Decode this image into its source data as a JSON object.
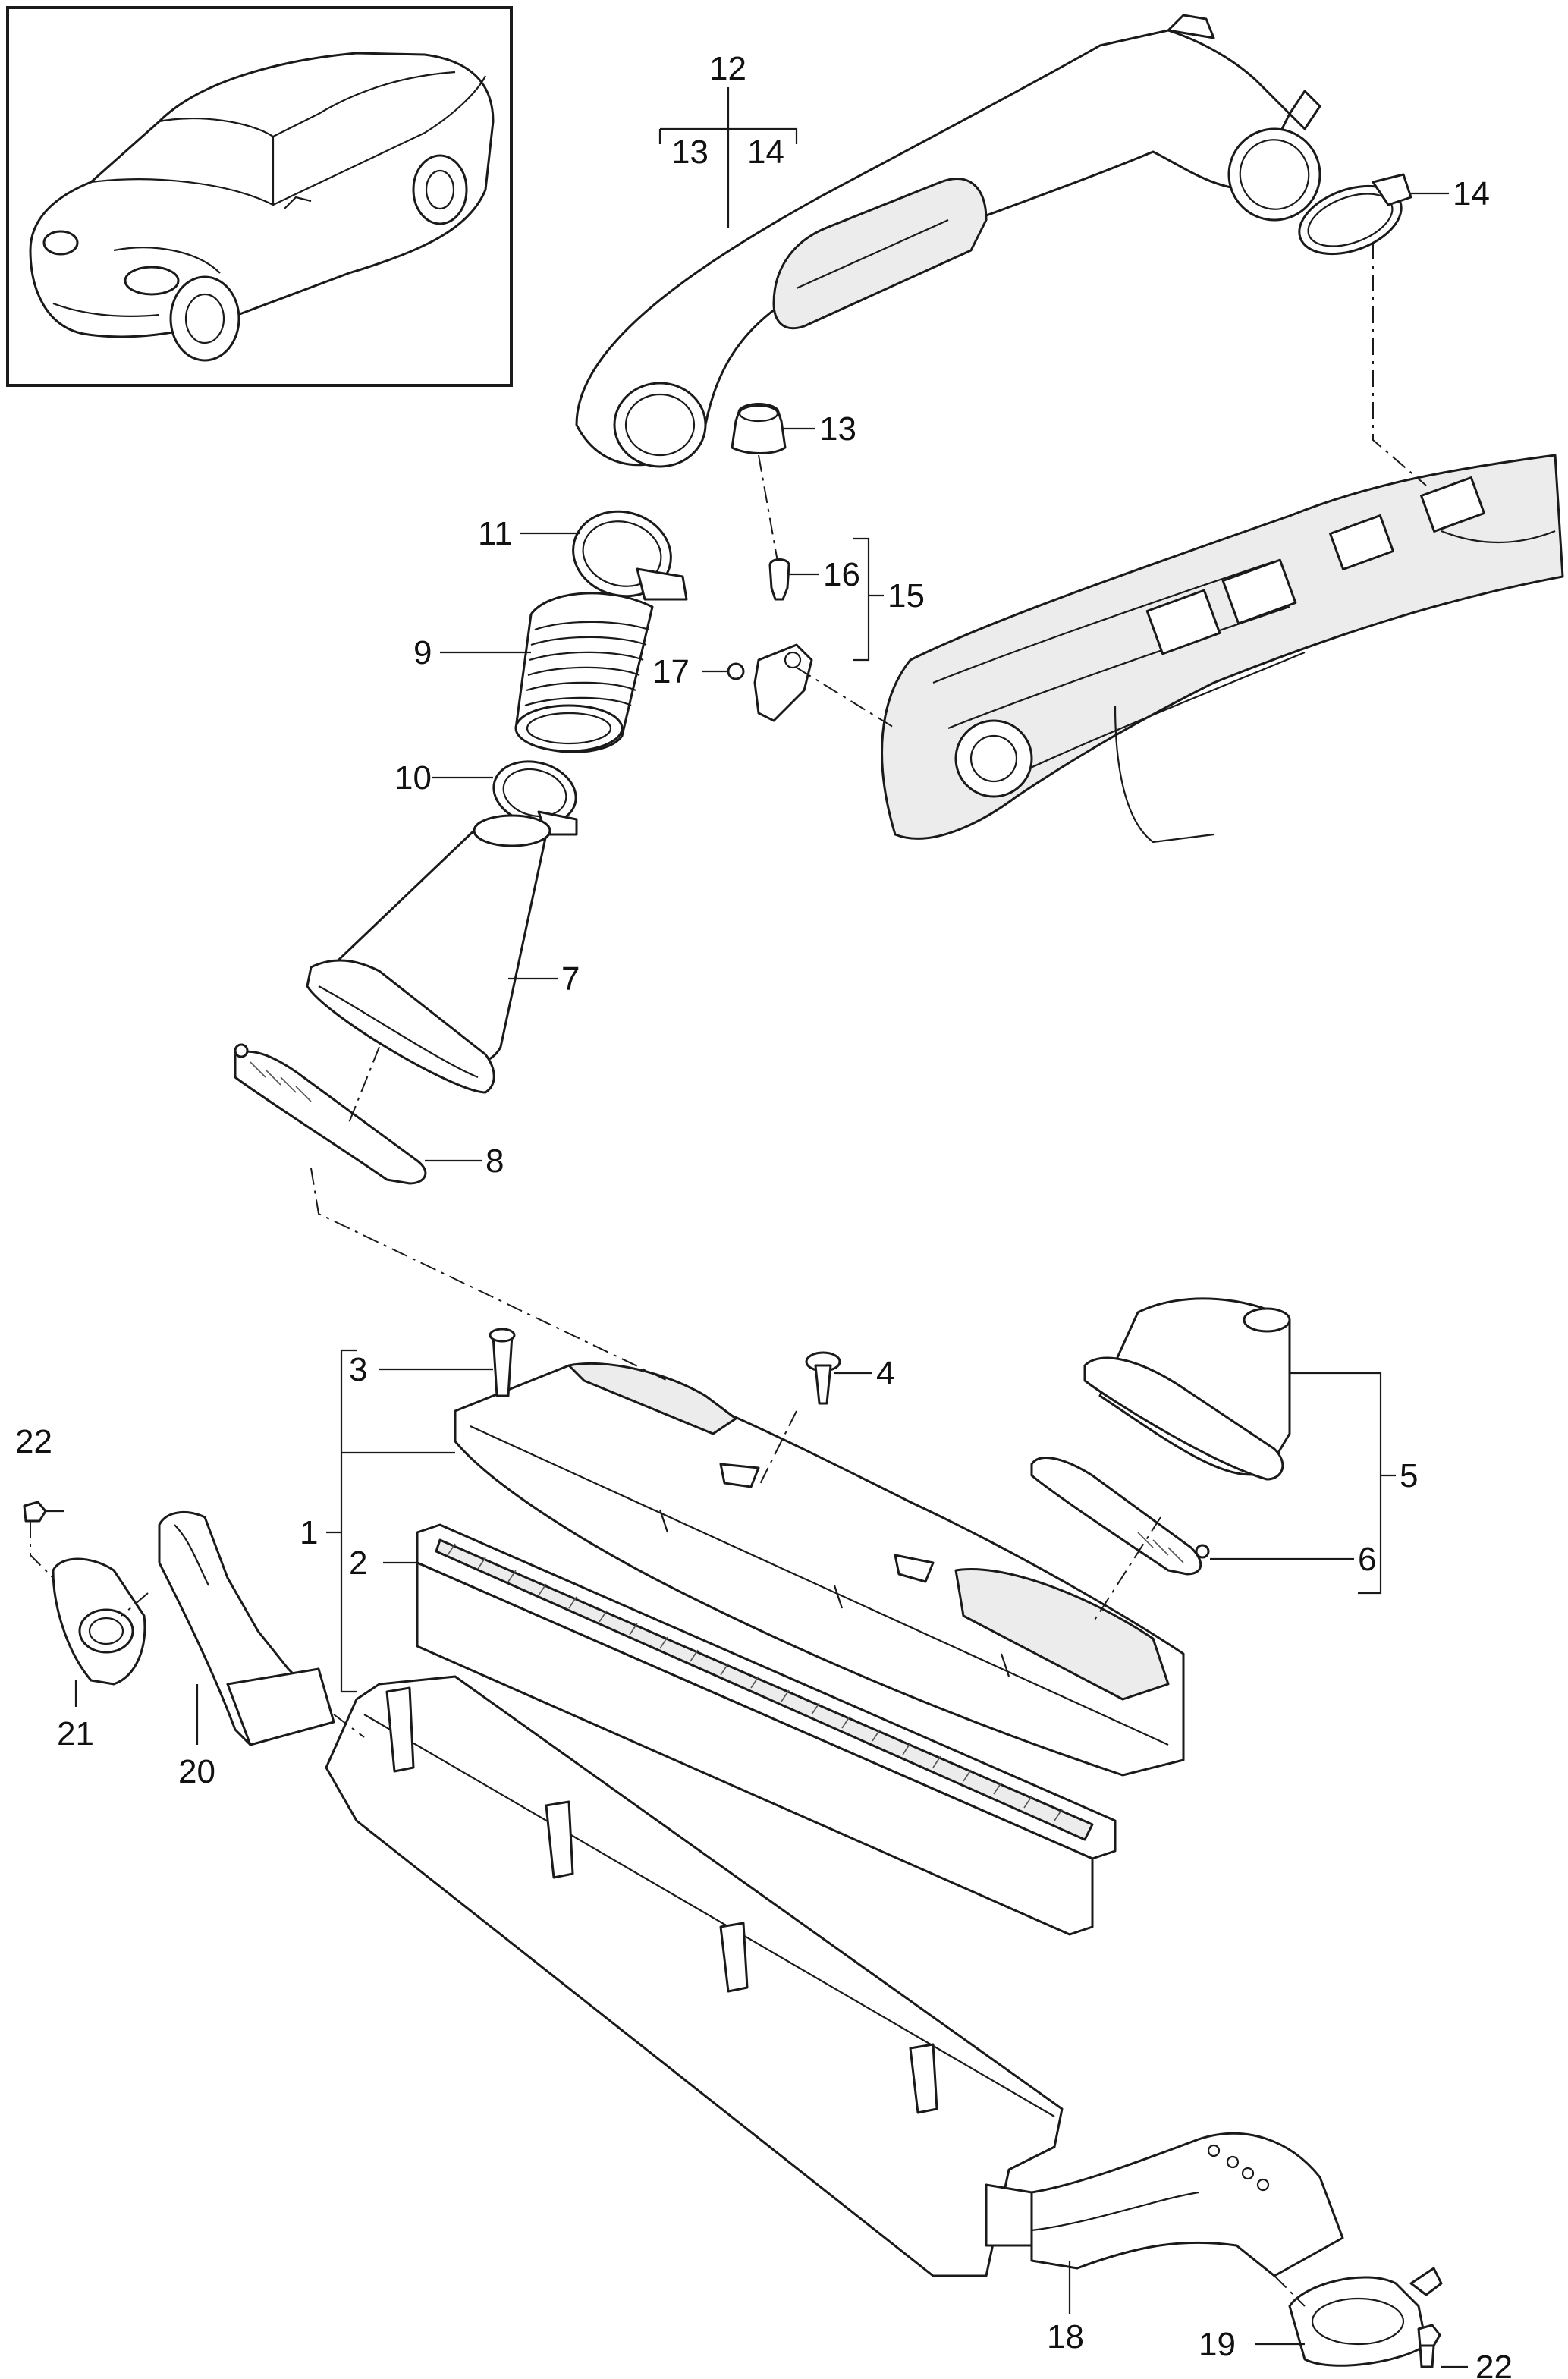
{
  "callouts": {
    "c1": "1",
    "c2": "2",
    "c3": "3",
    "c4": "4",
    "c5": "5",
    "c6": "6",
    "c7": "7",
    "c8": "8",
    "c9": "9",
    "c10": "10",
    "c11": "11",
    "c12": "12",
    "c12a": "13",
    "c12b": "14",
    "c13": "13",
    "c14": "14",
    "c15": "15",
    "c16": "16",
    "c17": "17",
    "c18": "18",
    "c19": "19",
    "c20": "20",
    "c21": "21",
    "c22a": "22",
    "c22b": "22"
  },
  "thumbnail": {
    "icon": "vehicle-icon"
  }
}
